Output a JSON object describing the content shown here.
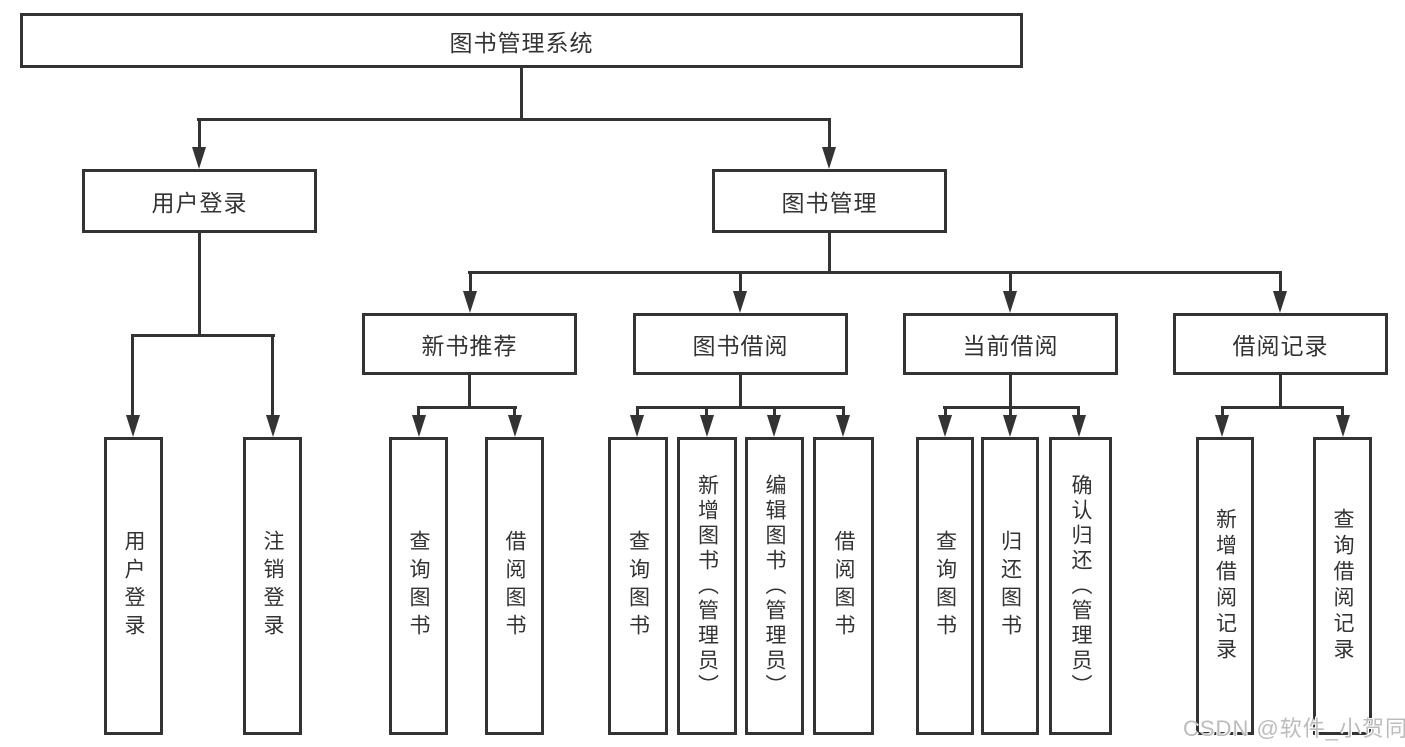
{
  "diagram": {
    "title": "图书管理系统",
    "watermark": "CSDN @软件_小贺同学",
    "colors": {
      "line": "#333333",
      "text": "#333333",
      "watermark": "#bcbcbc",
      "background": "#ffffff"
    },
    "nodes": {
      "root": {
        "label": "图书管理系统"
      },
      "user_login": {
        "label": "用户登录"
      },
      "book_mgmt": {
        "label": "图书管理"
      },
      "new_book_rec": {
        "label": "新书推荐"
      },
      "book_borrow": {
        "label": "图书借阅"
      },
      "current_borrow": {
        "label": "当前借阅"
      },
      "borrow_records": {
        "label": "借阅记录"
      },
      "leaf_user_login": {
        "label": "用户登录"
      },
      "leaf_logout": {
        "label": "注销登录"
      },
      "leaf_query_book_1": {
        "label": "查询图书"
      },
      "leaf_borrow_book_1": {
        "label": "借阅图书"
      },
      "leaf_query_book_2": {
        "label": "查询图书"
      },
      "leaf_add_book": {
        "label": "新增图书（管理员）"
      },
      "leaf_edit_book": {
        "label": "编辑图书（管理员）"
      },
      "leaf_borrow_book_2": {
        "label": "借阅图书"
      },
      "leaf_query_book_3": {
        "label": "查询图书"
      },
      "leaf_return_book": {
        "label": "归还图书"
      },
      "leaf_confirm_return": {
        "label": "确认归还（管理员）"
      },
      "leaf_add_borrow_record": {
        "label": "新增借阅记录"
      },
      "leaf_query_borrow_record": {
        "label": "查询借阅记录"
      }
    }
  }
}
